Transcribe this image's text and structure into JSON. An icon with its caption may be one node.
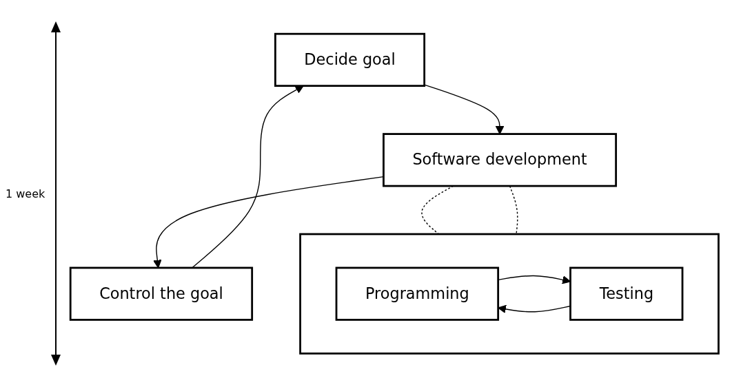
{
  "diagram": {
    "nodes": [
      {
        "text": [
          "Decide goal"
        ]
      },
      {
        "text": [
          "Software development"
        ]
      },
      {
        "text": [
          "Control the goal"
        ]
      },
      {
        "text": [],
        "shape": "box"
      },
      {
        "text": [
          "Programming"
        ],
        "in": 3
      },
      {
        "text": [
          "Testing"
        ],
        "in": 3
      }
    ],
    "edges": [
      {
        "from": 0,
        "to": 1,
        "arrow": "to"
      },
      {
        "from": 1,
        "to": 2,
        "arrow": "to"
      },
      {
        "from": 2,
        "to": 0,
        "arrow": "to"
      },
      {
        "from": 1,
        "to": 3,
        "arrow": "none",
        "style": "dashed"
      },
      {
        "from": 1,
        "to": 3,
        "arrow": "none",
        "style": "dashed"
      },
      {
        "from": 5,
        "to": 4,
        "arrow": "to"
      },
      {
        "from": 4,
        "to": 5,
        "arrow": "to"
      }
    ],
    "labels": [
      "1 week"
    ]
  }
}
